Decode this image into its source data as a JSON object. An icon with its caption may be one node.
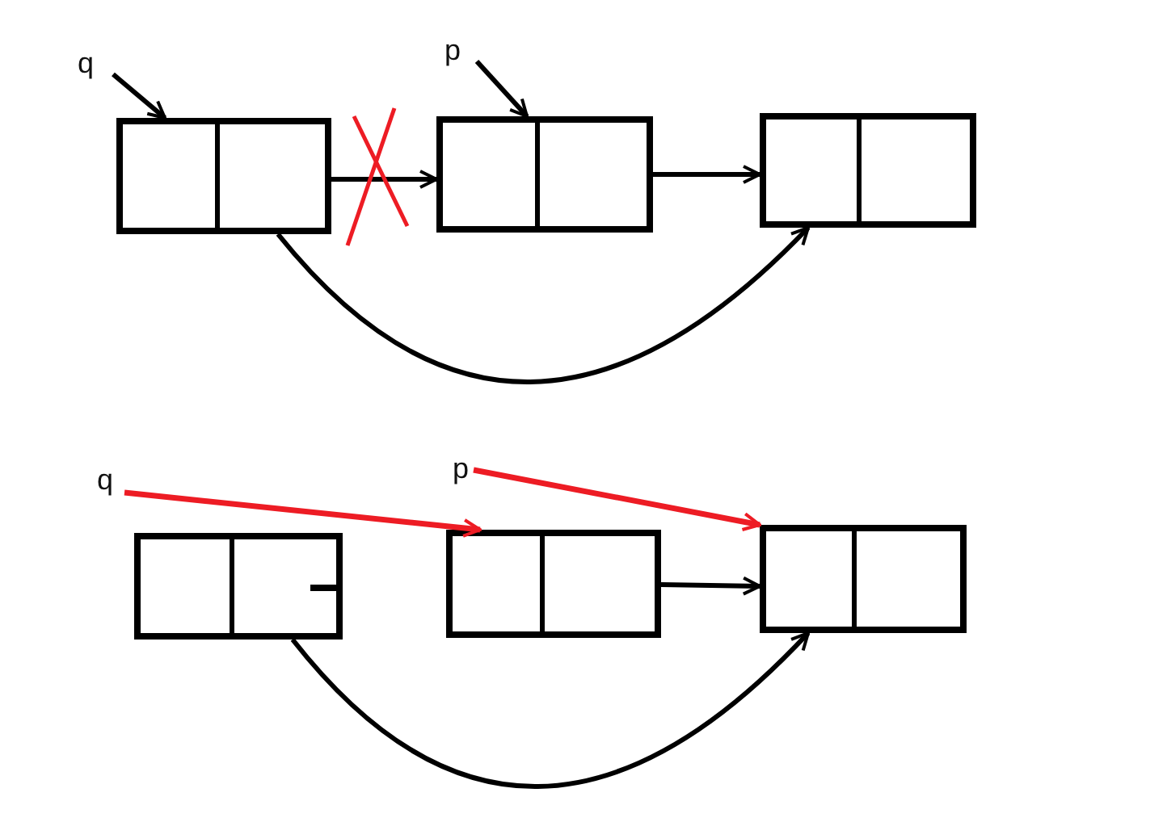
{
  "diagram": {
    "nodes": [
      {
        "text": [
          "q"
        ]
      },
      {
        "text": [
          "p"
        ]
      },
      {
        "text": [],
        "shape": "box"
      },
      {
        "text": [],
        "shape": "box"
      },
      {
        "text": [],
        "shape": "box"
      },
      {
        "text": [
          "q"
        ]
      },
      {
        "text": [
          "p"
        ]
      },
      {
        "text": [],
        "shape": "box"
      },
      {
        "text": [],
        "shape": "box"
      },
      {
        "text": [],
        "shape": "box"
      }
    ],
    "edges": [
      {
        "from": 0,
        "to": 2,
        "arrow": "to"
      },
      {
        "from": 1,
        "to": 3,
        "arrow": "to"
      },
      {
        "from": 2,
        "to": 3,
        "arrow": "to"
      },
      {
        "from": 3,
        "to": 4,
        "arrow": "to"
      },
      {
        "from": 2,
        "to": 4,
        "arrow": "to"
      },
      {
        "from": 5,
        "to": 8,
        "arrow": "to",
        "color": "#ed1c24"
      },
      {
        "from": 6,
        "to": 9,
        "arrow": "to",
        "color": "#ed1c24"
      },
      {
        "from": 8,
        "to": 9,
        "arrow": "to"
      },
      {
        "from": 7,
        "to": 9,
        "arrow": "to"
      }
    ]
  }
}
